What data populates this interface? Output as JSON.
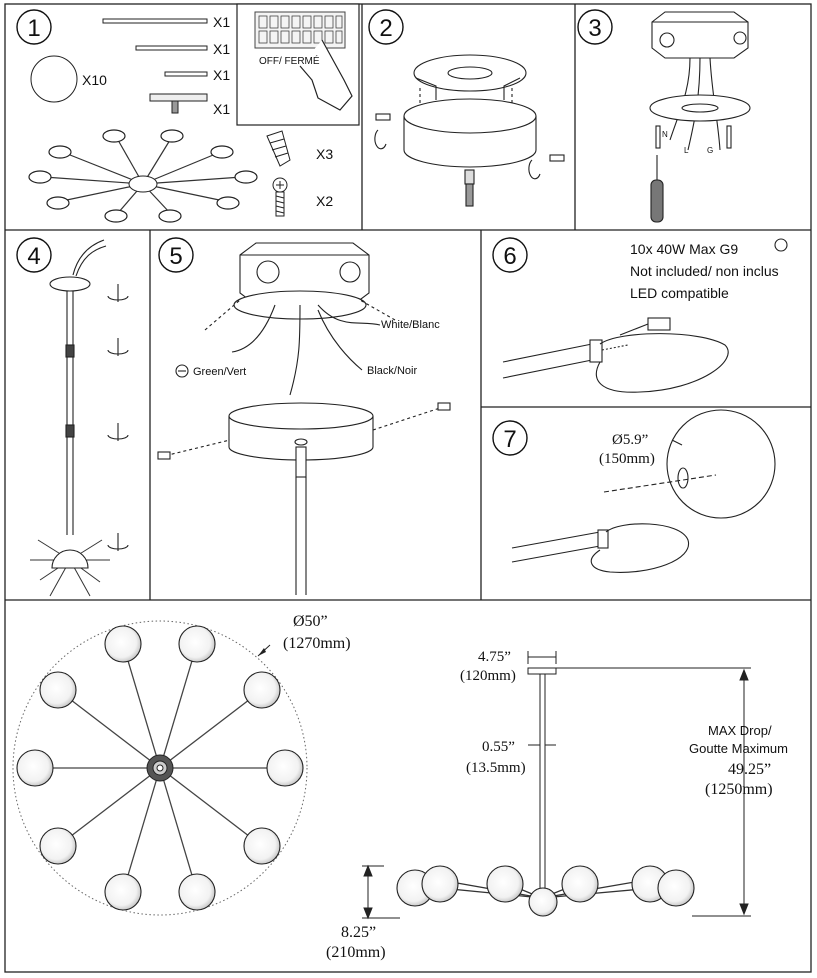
{
  "steps": [
    "1",
    "2",
    "3",
    "4",
    "5",
    "6",
    "7"
  ],
  "panel1": {
    "qty_rod1": "X1",
    "qty_rod2": "X1",
    "qty_rod3": "X1",
    "qty_canopy_rod": "X1",
    "qty_globes": "X10",
    "qty_wire_nuts": "X3",
    "qty_screws": "X2",
    "breaker_label": "OFF/ FERMÉ"
  },
  "panel3": {
    "wire_n": "N",
    "wire_l": "L",
    "wire_g": "G"
  },
  "panel5": {
    "white_label": "White/Blanc",
    "black_label": "Black/Noir",
    "green_label": "Green/Vert"
  },
  "panel6": {
    "bulb_line1": "10x 40W Max G9",
    "bulb_line2": "Not included/ non inclus",
    "bulb_line3": "LED compatible"
  },
  "panel7": {
    "globe_dia_in": "Ø5.9”",
    "globe_dia_mm": "(150mm)"
  },
  "dimensions": {
    "overall_dia_in": "Ø50”",
    "overall_dia_mm": "(1270mm)",
    "canopy_in": "4.75”",
    "canopy_mm": "(120mm)",
    "rod_in": "0.55”",
    "rod_mm": "(13.5mm)",
    "max_drop_line1": "MAX Drop/",
    "max_drop_line2": "Goutte Maximum",
    "max_drop_in": "49.25”",
    "max_drop_mm": "(1250mm)",
    "body_h_in": "8.25”",
    "body_h_mm": "(210mm)"
  }
}
